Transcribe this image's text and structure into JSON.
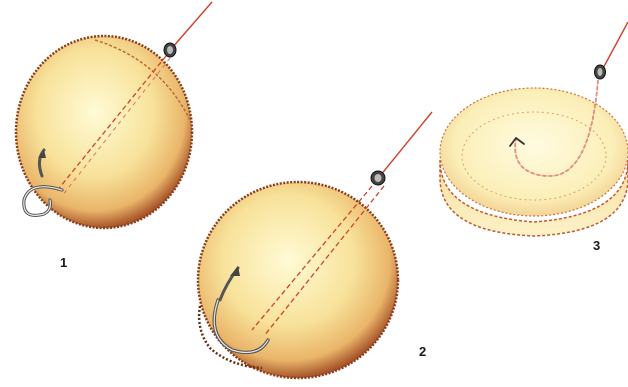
{
  "labels": {
    "fig1": "1",
    "fig2": "2",
    "fig3": "3"
  },
  "colors": {
    "bait_light": "#fff7c2",
    "bait_mid": "#f6d98a",
    "bait_edge": "#c9783a",
    "bait_dark": "#7a3a1a",
    "line_red": "#d0402a",
    "hook_steel": "#9a9a9a"
  },
  "icons": {
    "swivel": "swivel-icon",
    "hook": "hook-icon"
  }
}
